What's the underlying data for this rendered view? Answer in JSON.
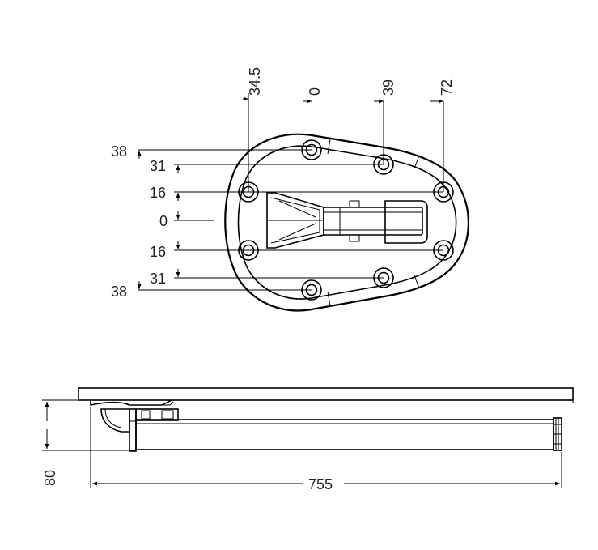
{
  "drawing": {
    "top_dimensions": [
      "34.5",
      "0",
      "39",
      "72"
    ],
    "left_dimensions": [
      "38",
      "31",
      "16",
      "0",
      "16",
      "31",
      "38"
    ],
    "height_dimension": "80",
    "length_dimension": "755"
  },
  "colors": {
    "line": "#000000",
    "text": "#222222",
    "background": "#ffffff"
  }
}
